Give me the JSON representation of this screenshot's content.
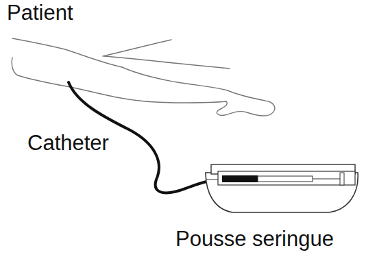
{
  "diagram": {
    "labels": [
      "Patient",
      "Catheter",
      "Pousse seringue"
    ]
  }
}
